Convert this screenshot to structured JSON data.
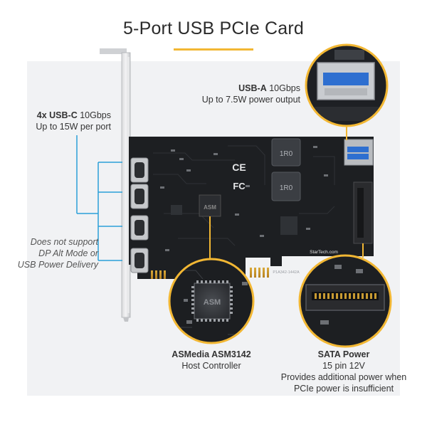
{
  "title": "5-Port USB PCIe Card",
  "colors": {
    "accent": "#f2b733",
    "callout_line": "#2aa0d8",
    "pcb": "#1d1f22",
    "panel_bg": "#f1f2f4"
  },
  "callouts": {
    "usb_c": {
      "heading": "4x USB-C",
      "speed": "10Gbps",
      "detail": "Up to 15W per port"
    },
    "usb_a": {
      "heading": "USB-A",
      "speed": "10Gbps",
      "detail": "Up to 7.5W power output"
    },
    "note": {
      "line1": "Does not support",
      "line2": "DP Alt Mode or",
      "line3": "USB Power Delivery"
    },
    "controller": {
      "heading": "ASMedia ASM3142",
      "detail": "Host Controller"
    },
    "sata": {
      "heading": "SATA Power",
      "line1": "15 pin 12V",
      "line2": "Provides additional power when",
      "line3": "PCIe power is insufficient"
    }
  },
  "board_markings": {
    "inductor_1": "1R0",
    "inductor_2": "1R0",
    "ce_mark": "CE",
    "fc_mark": "FC",
    "brand": "StarTech.com",
    "part_code": "P1A342-1442A",
    "chip_logo": "ASM"
  },
  "icons": [
    "usb-c-port-icon",
    "usb-a-port-icon",
    "sata-power-connector-icon",
    "controller-chip-icon"
  ]
}
